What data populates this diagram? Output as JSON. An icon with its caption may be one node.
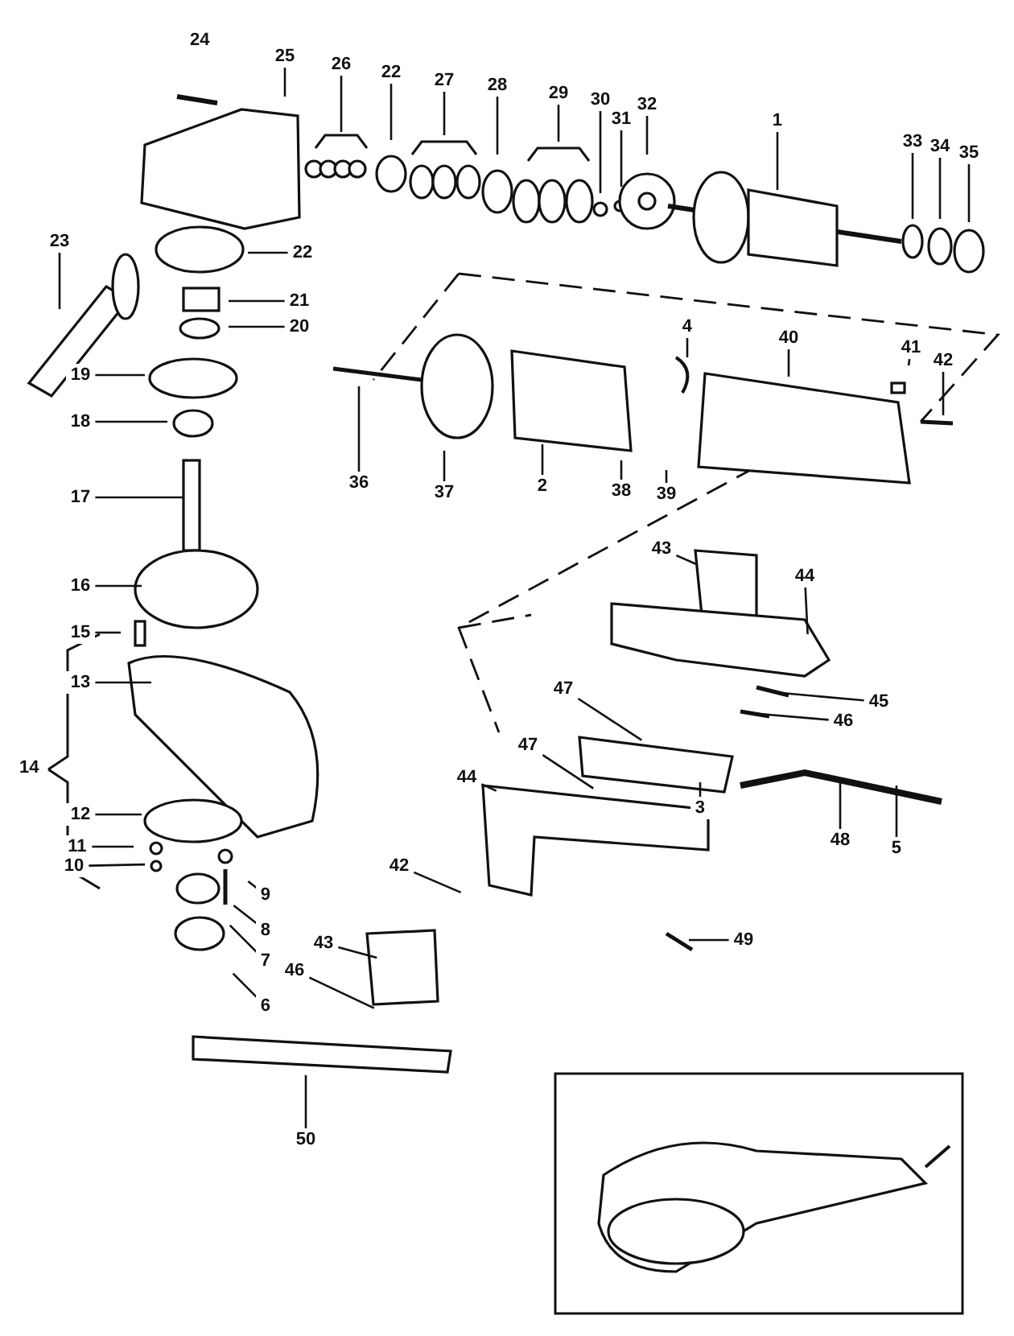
{
  "diagram": {
    "nodes": [
      {
        "text": [
          "25"
        ]
      },
      {
        "text": [
          "26"
        ]
      },
      {
        "text": [
          "22"
        ]
      },
      {
        "text": [
          "27"
        ]
      },
      {
        "text": [
          "28"
        ]
      },
      {
        "text": [
          "29"
        ]
      },
      {
        "text": [
          "30"
        ]
      },
      {
        "text": [
          "31"
        ]
      },
      {
        "text": [
          "32"
        ]
      },
      {
        "text": [
          "1"
        ]
      },
      {
        "text": [
          "33"
        ]
      },
      {
        "text": [
          "34"
        ]
      },
      {
        "text": [
          "35"
        ]
      },
      {
        "text": [
          "23"
        ]
      },
      {
        "text": [
          "22"
        ]
      },
      {
        "text": [
          "21"
        ]
      },
      {
        "text": [
          "20"
        ]
      },
      {
        "text": [
          "19"
        ]
      },
      {
        "text": [
          "18"
        ]
      },
      {
        "text": [
          "17"
        ]
      },
      {
        "text": [
          "16"
        ]
      },
      {
        "text": [
          "15"
        ]
      },
      {
        "text": [
          "13"
        ]
      },
      {
        "text": [
          "12"
        ]
      },
      {
        "text": [
          "11"
        ]
      },
      {
        "text": [
          "10"
        ]
      },
      {
        "text": [
          "9"
        ]
      },
      {
        "text": [
          "8"
        ]
      },
      {
        "text": [
          "7"
        ]
      },
      {
        "text": [
          "6"
        ]
      },
      {
        "text": [
          "50"
        ]
      },
      {
        "text": [
          "36"
        ]
      },
      {
        "text": [
          "37"
        ]
      },
      {
        "text": [
          "2"
        ]
      },
      {
        "text": [
          "38"
        ]
      },
      {
        "text": [
          "39"
        ]
      },
      {
        "text": [
          "4"
        ]
      },
      {
        "text": [
          "40"
        ]
      },
      {
        "text": [
          "41"
        ]
      },
      {
        "text": [
          "42"
        ]
      },
      {
        "text": [
          "43"
        ]
      },
      {
        "text": [
          "44"
        ]
      },
      {
        "text": [
          "45"
        ]
      },
      {
        "text": [
          "46"
        ]
      },
      {
        "text": [
          "47"
        ]
      },
      {
        "text": [
          "47"
        ]
      },
      {
        "text": [
          "3"
        ]
      },
      {
        "text": [
          "44"
        ]
      },
      {
        "text": [
          "48"
        ]
      },
      {
        "text": [
          "5"
        ]
      },
      {
        "text": [
          "42"
        ]
      },
      {
        "text": [
          "43"
        ]
      },
      {
        "text": [
          "46"
        ]
      },
      {
        "text": [
          "49"
        ]
      }
    ],
    "edges": [
      {
        "from": 0,
        "to": null,
        "arrow": "none"
      },
      {
        "from": 1,
        "to": null,
        "arrow": "none"
      },
      {
        "from": 2,
        "to": null,
        "arrow": "none"
      },
      {
        "from": 3,
        "to": null,
        "arrow": "none"
      },
      {
        "from": 4,
        "to": null,
        "arrow": "none"
      },
      {
        "from": 5,
        "to": null,
        "arrow": "none"
      },
      {
        "from": 6,
        "to": null,
        "arrow": "none"
      },
      {
        "from": 7,
        "to": null,
        "arrow": "none"
      },
      {
        "from": 8,
        "to": null,
        "arrow": "none"
      },
      {
        "from": 9,
        "to": null,
        "arrow": "none"
      },
      {
        "from": 10,
        "to": null,
        "arrow": "none"
      },
      {
        "from": 11,
        "to": null,
        "arrow": "none"
      },
      {
        "from": 12,
        "to": null,
        "arrow": "none"
      },
      {
        "from": 13,
        "to": null,
        "arrow": "none"
      },
      {
        "from": 14,
        "to": null,
        "arrow": "none"
      },
      {
        "from": 15,
        "to": null,
        "arrow": "none"
      },
      {
        "from": 16,
        "to": null,
        "arrow": "none"
      },
      {
        "from": 17,
        "to": null,
        "arrow": "none"
      },
      {
        "from": 18,
        "to": null,
        "arrow": "none"
      },
      {
        "from": 19,
        "to": null,
        "arrow": "none"
      },
      {
        "from": 20,
        "to": null,
        "arrow": "none"
      },
      {
        "from": 21,
        "to": null,
        "arrow": "none"
      },
      {
        "from": 22,
        "to": null,
        "arrow": "none"
      },
      {
        "from": 23,
        "to": null,
        "arrow": "none"
      },
      {
        "from": 24,
        "to": null,
        "arrow": "none"
      },
      {
        "from": 25,
        "to": null,
        "arrow": "none"
      },
      {
        "from": 26,
        "to": null,
        "arrow": "none"
      },
      {
        "from": 27,
        "to": null,
        "arrow": "none"
      },
      {
        "from": 28,
        "to": null,
        "arrow": "none"
      },
      {
        "from": 29,
        "to": null,
        "arrow": "none"
      },
      {
        "from": 30,
        "to": null,
        "arrow": "none"
      },
      {
        "from": 31,
        "to": null,
        "arrow": "none"
      },
      {
        "from": 32,
        "to": null,
        "arrow": "none"
      },
      {
        "from": 33,
        "to": null,
        "arrow": "none"
      },
      {
        "from": 34,
        "to": null,
        "arrow": "none"
      },
      {
        "from": 35,
        "to": null,
        "arrow": "none"
      },
      {
        "from": 36,
        "to": null,
        "arrow": "none"
      },
      {
        "from": 37,
        "to": null,
        "arrow": "none"
      },
      {
        "from": 38,
        "to": null,
        "arrow": "none"
      },
      {
        "from": 39,
        "to": null,
        "arrow": "none"
      },
      {
        "from": 40,
        "to": null,
        "arrow": "none"
      },
      {
        "from": 41,
        "to": null,
        "arrow": "none"
      },
      {
        "from": 42,
        "to": null,
        "arrow": "none"
      },
      {
        "from": 43,
        "to": null,
        "arrow": "none"
      },
      {
        "from": 44,
        "to": null,
        "arrow": "none"
      },
      {
        "from": 45,
        "to": null,
        "arrow": "none"
      },
      {
        "from": 46,
        "to": null,
        "arrow": "none"
      },
      {
        "from": 47,
        "to": null,
        "arrow": "none"
      },
      {
        "from": 48,
        "to": null,
        "arrow": "none"
      },
      {
        "from": 49,
        "to": null,
        "arrow": "none"
      },
      {
        "from": 50,
        "to": null,
        "arrow": "none"
      },
      {
        "from": 51,
        "to": null,
        "arrow": "none"
      },
      {
        "from": 52,
        "to": null,
        "arrow": "none"
      },
      {
        "from": 53,
        "to": null,
        "arrow": "none"
      }
    ],
    "labels": [
      "24",
      "14"
    ]
  }
}
